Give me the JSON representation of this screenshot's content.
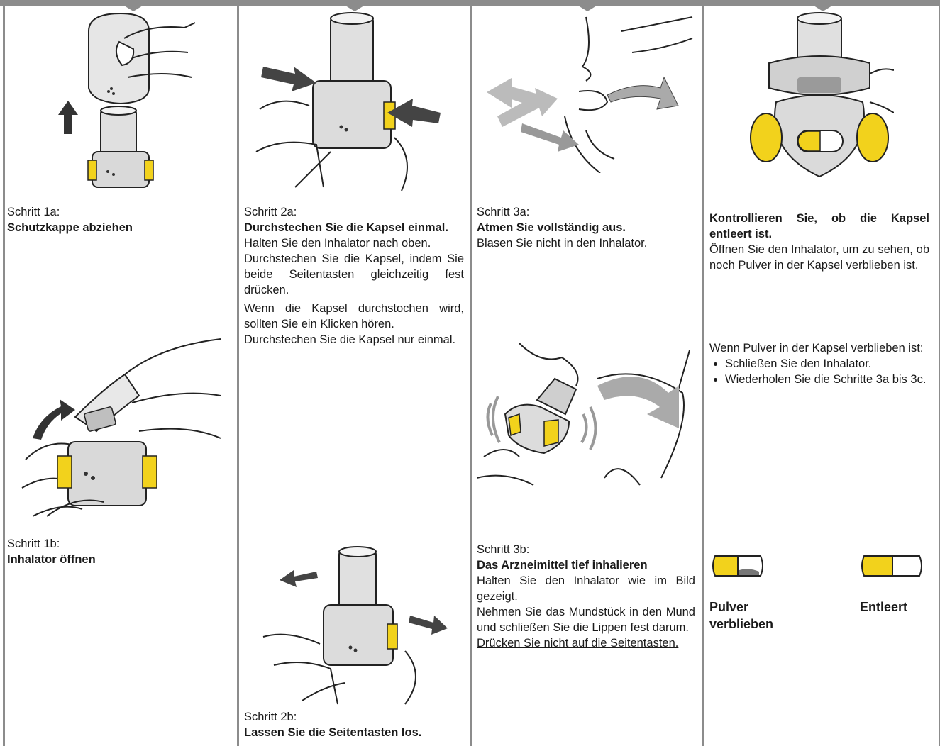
{
  "col1": {
    "step1a_label": "Schritt 1a:",
    "step1a_title": "Schutzkappe abziehen",
    "step1b_label": "Schritt 1b:",
    "step1b_title": "Inhalator öffnen"
  },
  "col2": {
    "step2a_label": "Schritt 2a:",
    "step2a_title": "Durchstechen Sie die Kapsel einmal.",
    "step2a_p1": "Halten Sie den Inhalator nach oben.",
    "step2a_p2": "Durchstechen Sie die Kapsel, indem Sie beide Seitentasten gleichzeitig fest drücken.",
    "step2a_p3": "Wenn die Kapsel durchstochen wird, sollten Sie ein Klicken hören.",
    "step2a_p4": "Durchstechen Sie die Kapsel nur einmal.",
    "step2b_label": "Schritt 2b:",
    "step2b_title": "Lassen Sie die Seitentasten los."
  },
  "col3": {
    "step3a_label": "Schritt 3a:",
    "step3a_title": "Atmen Sie vollständig aus.",
    "step3a_p1": "Blasen Sie nicht in den Inhalator.",
    "step3b_label": "Schritt 3b:",
    "step3b_title": "Das Arzneimittel tief inhalieren",
    "step3b_p1": "Halten Sie den Inhalator wie im Bild gezeigt.",
    "step3b_p2": "Nehmen Sie das Mundstück in den Mund und schließen Sie die Lippen fest darum.",
    "step3b_p3": "Drücken Sie nicht auf die Seitentasten."
  },
  "col4": {
    "check_title": "Kontrollieren Sie, ob die Kapsel entleert ist.",
    "check_p1": "Öffnen Sie den Inhalator, um zu sehen, ob noch Pulver in der Kapsel verblieben ist.",
    "if_powder": "Wenn Pulver in der Kapsel verblieben ist:",
    "bullets": [
      "Schließen Sie den Inhalator.",
      "Wiederholen Sie die Schritte 3a bis 3c."
    ],
    "capsule_left_label": "Pulver verblieben",
    "capsule_right_label": "Entleert"
  },
  "colors": {
    "frame": "#8c8c8c",
    "yellow": "#f2d21c",
    "device": "#d9d9d9"
  }
}
